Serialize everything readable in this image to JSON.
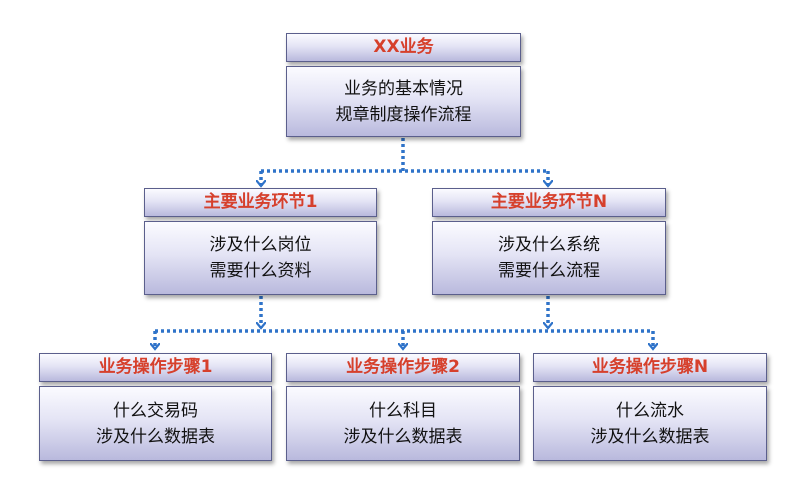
{
  "root": {
    "title": "XX业务",
    "lines": [
      "业务的基本情况",
      "规章制度操作流程"
    ]
  },
  "segments": [
    {
      "title": "主要业务环节1",
      "lines": [
        "涉及什么岗位",
        "需要什么资料"
      ]
    },
    {
      "title": "主要业务环节N",
      "lines": [
        "涉及什么系统",
        "需要什么流程"
      ]
    }
  ],
  "steps": [
    {
      "title": "业务操作步骤1",
      "lines": [
        "什么交易码",
        "涉及什么数据表"
      ]
    },
    {
      "title": "业务操作步骤2",
      "lines": [
        "什么科目",
        "涉及什么数据表"
      ]
    },
    {
      "title": "业务操作步骤N",
      "lines": [
        "什么流水",
        "涉及什么数据表"
      ]
    }
  ],
  "colors": {
    "title_text": "#d6402c",
    "connector": "#2f73c9",
    "box_border": "#5b5f8c"
  }
}
